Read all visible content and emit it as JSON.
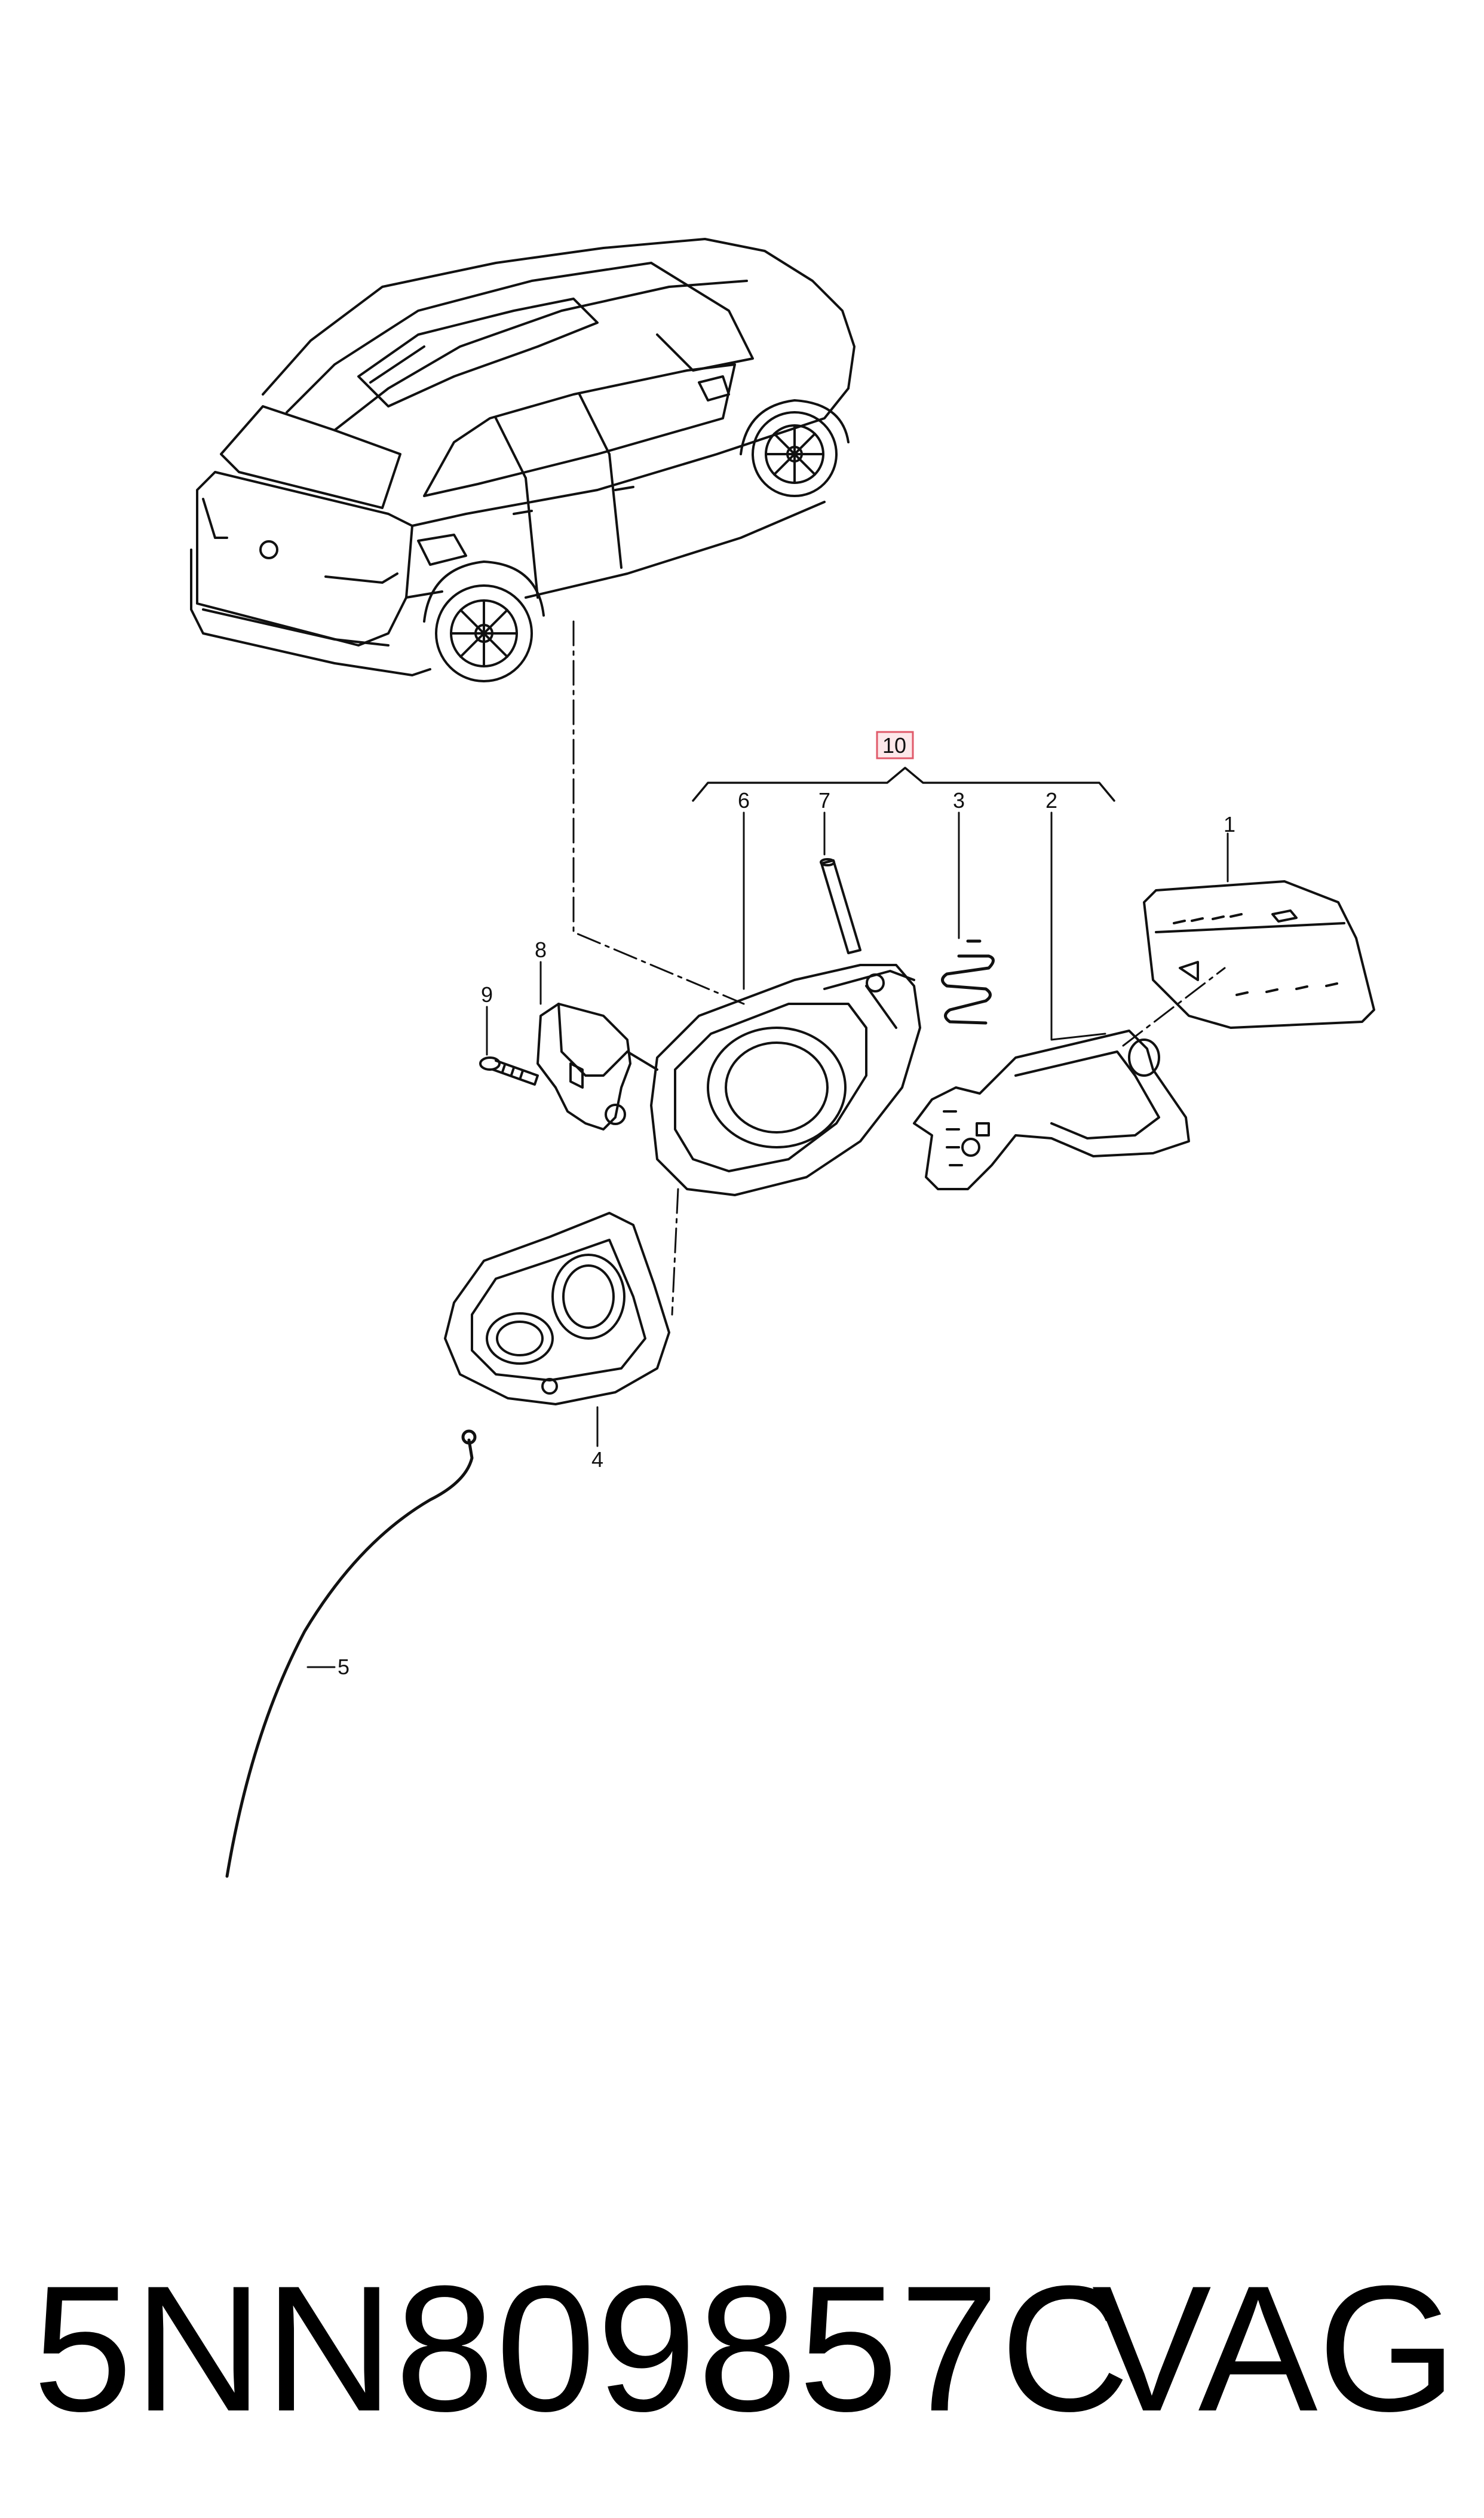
{
  "callouts": {
    "c1": "1",
    "c2": "2",
    "c3": "3",
    "c4": "4",
    "c5": "5",
    "c6": "6",
    "c7": "7",
    "c8": "8",
    "c9": "9",
    "c10": "10"
  },
  "footer": {
    "part_number": "5NN809857C",
    "brand": "VAG"
  },
  "colors": {
    "line": "#111111",
    "highlight_box": "#e05a6a",
    "highlight_fill": "#fde8ea"
  }
}
